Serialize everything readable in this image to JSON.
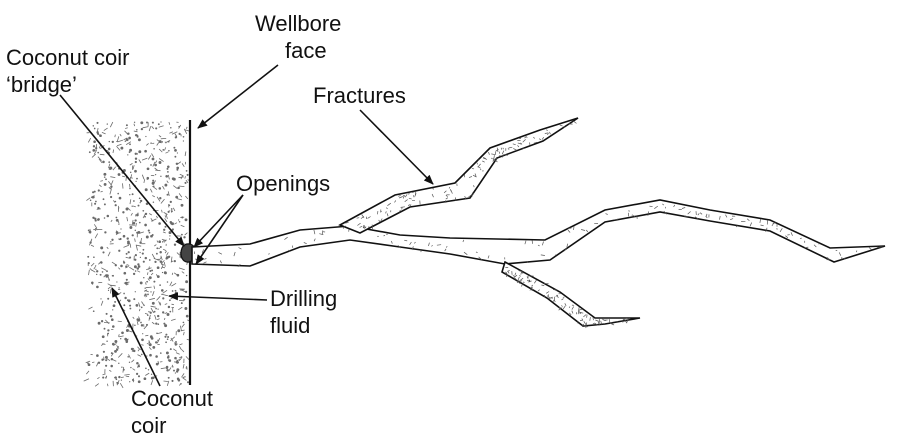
{
  "labels": {
    "wellbore_face": {
      "line1": "Wellbore",
      "line2": "face"
    },
    "coconut_coir_bridge": {
      "line1": "Coconut coir",
      "line2": "‘bridge’"
    },
    "fractures": "Fractures",
    "openings": "Openings",
    "drilling_fluid": {
      "line1": "Drilling",
      "line2": "fluid"
    },
    "coconut_coir": {
      "line1": "Coconut",
      "line2": "coir"
    }
  },
  "colors": {
    "ink": "#111111",
    "background": "#ffffff",
    "stipple": "#6a6a6a"
  }
}
